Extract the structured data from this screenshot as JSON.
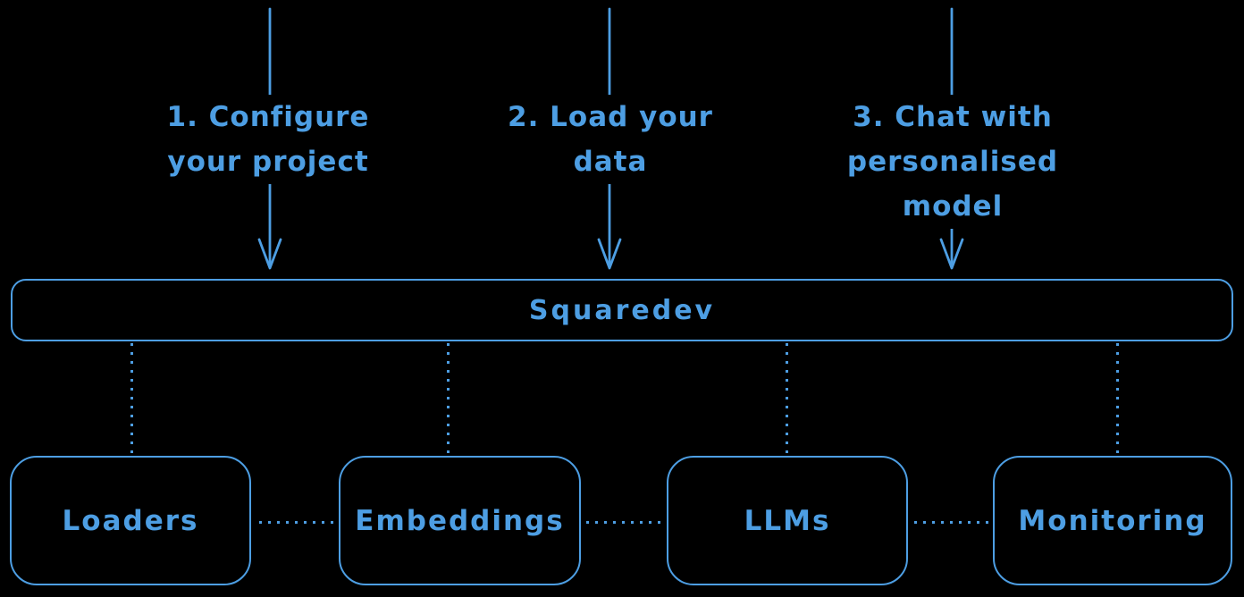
{
  "colors": {
    "background": "#000000",
    "accent": "#4d9ee3"
  },
  "steps": [
    {
      "label": "1. Configure your project"
    },
    {
      "label": "2. Load your data"
    },
    {
      "label": "3. Chat with personalised model"
    }
  ],
  "platform": {
    "label": "Squaredev"
  },
  "modules": [
    {
      "label": "Loaders"
    },
    {
      "label": "Embeddings"
    },
    {
      "label": "LLMs"
    },
    {
      "label": "Monitoring"
    }
  ]
}
